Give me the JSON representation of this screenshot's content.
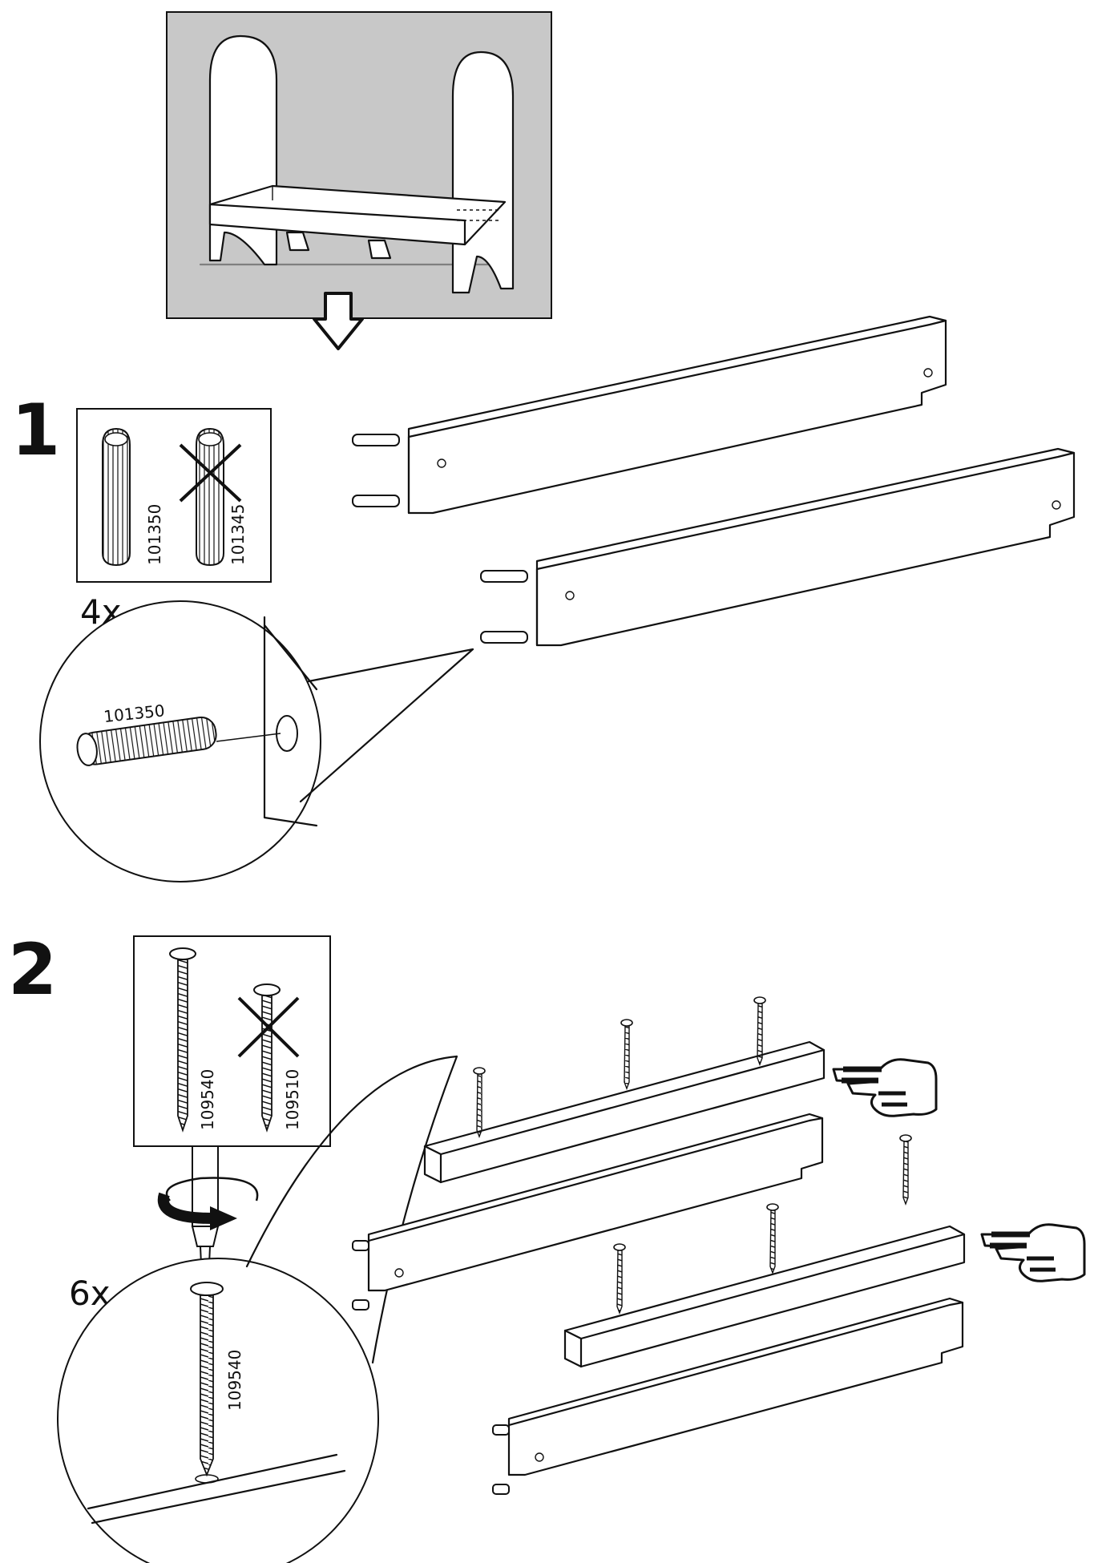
{
  "step1": {
    "number": "1",
    "quantity": "4x",
    "correct_part": "101350",
    "wrong_part": "101345",
    "detail_part": "101350"
  },
  "step2": {
    "number": "2",
    "quantity": "6x",
    "correct_part": "109540",
    "wrong_part": "109510",
    "detail_part": "109540"
  }
}
